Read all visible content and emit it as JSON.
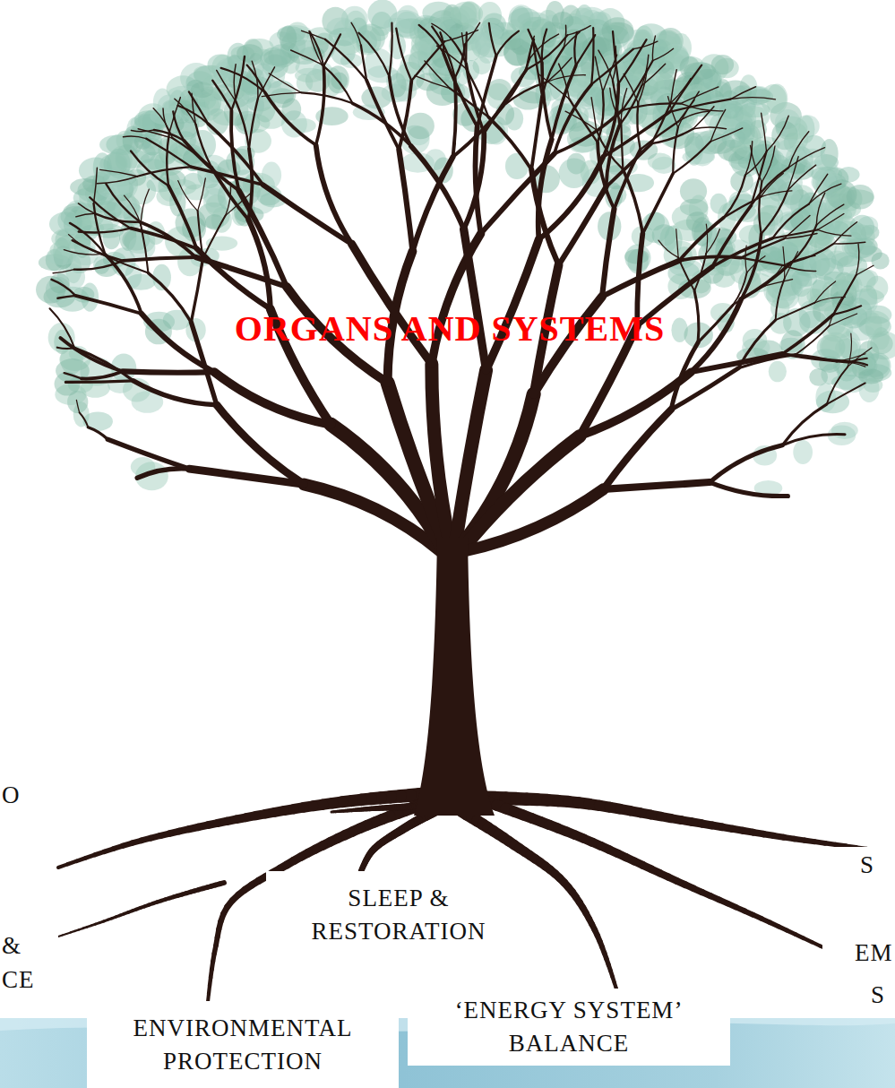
{
  "diagram": {
    "nodes": [
      {
        "text": [
          "&",
          "CE"
        ]
      },
      {
        "text": [
          "SLEEP & RESTORATION"
        ]
      },
      {
        "text": [
          "S",
          "EM",
          "S"
        ]
      },
      {
        "text": [
          "ENVIRONMENTAL PROTECTION"
        ]
      },
      {
        "text": [
          "‘ENERGY SYSTEM’ BALANCE"
        ]
      }
    ],
    "labels": [
      "ORGANS AND SYSTEMS",
      "O"
    ]
  }
}
